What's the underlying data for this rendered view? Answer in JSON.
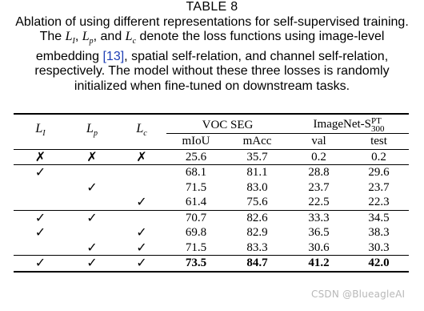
{
  "caption": {
    "table_number": "TABLE 8",
    "line1": "Ablation of using different representations for self-supervised training.",
    "line2_pre": "The ",
    "lossI": "L",
    "lossI_sub": "I",
    "comma1": ", ",
    "lossP": "L",
    "lossP_sub": "p",
    "and_text": ", and ",
    "lossC": "L",
    "lossC_sub": "c",
    "line2_post": " denote the loss functions using image-level",
    "line3_pre": "embedding ",
    "ref": "[13]",
    "line3_post": ", spatial self-relation, and channel self-relation,",
    "line4": "respectively. The model without these three losses is randomly",
    "line5": "initialized when fine-tuned on downstream tasks."
  },
  "table": {
    "loss_headers": [
      {
        "base": "L",
        "sub": "I"
      },
      {
        "base": "L",
        "sub": "p"
      },
      {
        "base": "L",
        "sub": "c"
      }
    ],
    "group_voc": "VOC SEG",
    "group_in_prefix": "ImageNet-S",
    "group_in_sup": "PT",
    "group_in_sub": "300",
    "cols": [
      "mIoU",
      "mAcc",
      "val",
      "test"
    ],
    "check": "✓",
    "cross": "✗",
    "rows": [
      {
        "li": "✗",
        "lp": "✗",
        "lc": "✗",
        "miou": "25.6",
        "macc": "35.7",
        "val": "0.2",
        "test": "0.2"
      },
      {
        "li": "✓",
        "lp": "",
        "lc": "",
        "miou": "68.1",
        "macc": "81.1",
        "val": "28.8",
        "test": "29.6"
      },
      {
        "li": "",
        "lp": "✓",
        "lc": "",
        "miou": "71.5",
        "macc": "83.0",
        "val": "23.7",
        "test": "23.7"
      },
      {
        "li": "",
        "lp": "",
        "lc": "✓",
        "miou": "61.4",
        "macc": "75.6",
        "val": "22.5",
        "test": "22.3"
      },
      {
        "li": "✓",
        "lp": "✓",
        "lc": "",
        "miou": "70.7",
        "macc": "82.6",
        "val": "33.3",
        "test": "34.5"
      },
      {
        "li": "✓",
        "lp": "",
        "lc": "✓",
        "miou": "69.8",
        "macc": "82.9",
        "val": "36.5",
        "test": "38.3"
      },
      {
        "li": "",
        "lp": "✓",
        "lc": "✓",
        "miou": "71.5",
        "macc": "83.3",
        "val": "30.6",
        "test": "30.3"
      },
      {
        "li": "✓",
        "lp": "✓",
        "lc": "✓",
        "miou": "73.5",
        "macc": "84.7",
        "val": "41.2",
        "test": "42.0"
      }
    ]
  },
  "watermark": "CSDN @BlueagleAI"
}
